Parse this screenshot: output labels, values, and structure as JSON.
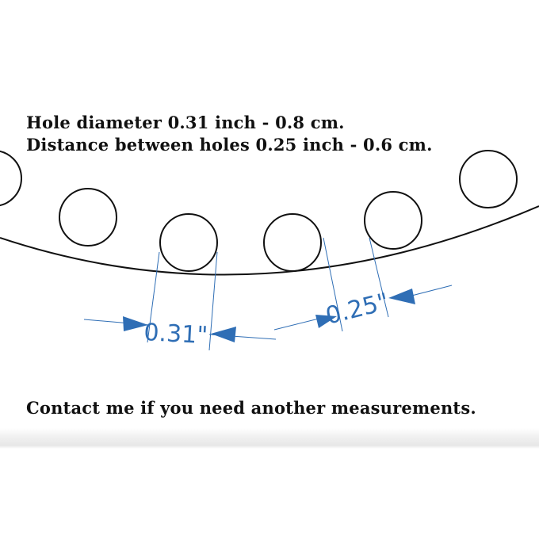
{
  "text": {
    "hole_diameter": "Hole diameter 0.31 inch - 0.8 cm.",
    "hole_distance": "Distance between holes 0.25 inch - 0.6 cm.",
    "contact": "Contact me if you need another measurements."
  },
  "dimensions": {
    "diameter_label": "0.31\"",
    "spacing_label": "0.25\""
  },
  "colors": {
    "text": "#111111",
    "outline": "#111111",
    "dimension": "#2f6eb5"
  }
}
